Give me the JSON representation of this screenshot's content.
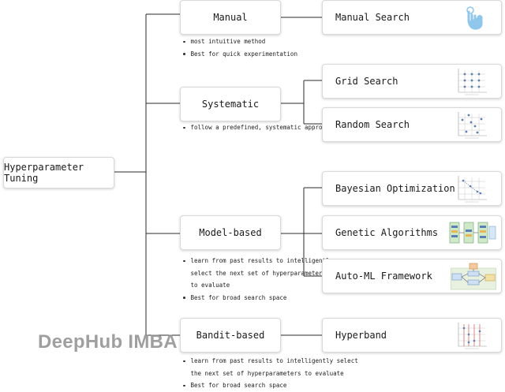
{
  "root": {
    "label": "Hyperparameter Tuning"
  },
  "categories": [
    {
      "label": "Manual",
      "notes": [
        "most intuitive method",
        "Best for quick experimentation"
      ]
    },
    {
      "label": "Systematic",
      "notes": [
        "follow a predefined, systematic approach"
      ]
    },
    {
      "label": "Model-based",
      "notes": [
        "learn from past results to intelligently",
        "select the next set of hyperparameters",
        "to evaluate",
        "Best for broad search space"
      ]
    },
    {
      "label": "Bandit-based",
      "notes": [
        "learn from past results to intelligently select",
        "the next set of hyperparameters to evaluate",
        "Best for broad search space"
      ]
    }
  ],
  "methods": [
    {
      "label": "Manual Search",
      "icon": "hand-tap-icon"
    },
    {
      "label": "Grid Search",
      "icon": "grid-search-plot-icon"
    },
    {
      "label": "Random Search",
      "icon": "random-search-plot-icon"
    },
    {
      "label": "Bayesian Optimization",
      "icon": "bayesian-plot-icon"
    },
    {
      "label": "Genetic Algorithms",
      "icon": "genetic-population-icon"
    },
    {
      "label": "Auto-ML Framework",
      "icon": "automl-flow-icon"
    },
    {
      "label": "Hyperband",
      "icon": "hyperband-plot-icon"
    }
  ],
  "watermark": "DeepHub IMBA",
  "colors": {
    "line": "#2b2b2b",
    "box_border": "#d9d9d9",
    "hand_icon": "#8fc6ec",
    "watermark": "#8f8f8f"
  }
}
